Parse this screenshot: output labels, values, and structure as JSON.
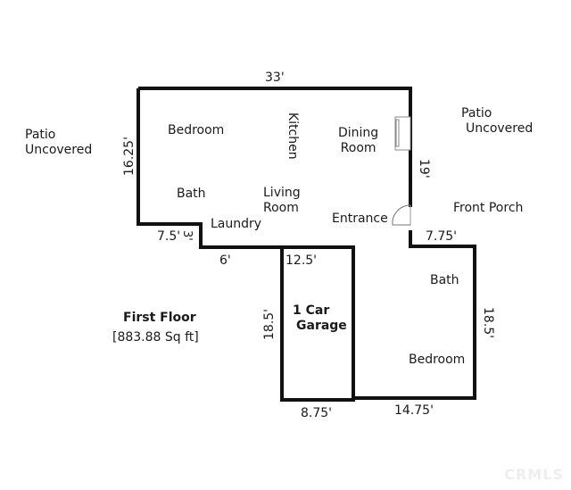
{
  "floor": {
    "title": "First Floor",
    "area": "[883.88 Sq ft]"
  },
  "rooms": {
    "bedroom_main": "Bedroom",
    "kitchen": "Kitchen",
    "dining": [
      "Dining",
      "Room"
    ],
    "bath_main": "Bath",
    "living": [
      "Living",
      "Room"
    ],
    "laundry": "Laundry",
    "entrance": "Entrance",
    "garage": [
      "1 Car",
      "Garage"
    ],
    "bath_wing": "Bath",
    "bedroom_wing": "Bedroom"
  },
  "outdoor": {
    "patio_left": [
      "Patio",
      "Uncovered"
    ],
    "patio_right": [
      "Patio",
      "Uncovered"
    ],
    "front_porch": "Front Porch"
  },
  "dimensions": {
    "top": "33'",
    "left": "16.25'",
    "right_main": "19'",
    "step_left": "7.5'",
    "step_small": "3'",
    "laundry_bottom": "6'",
    "garage_top": "12.5'",
    "garage_left": "18.5'",
    "garage_bottom": "8.75'",
    "porch_step": "7.75'",
    "wing_right": "18.5'",
    "wing_bottom": "14.75'"
  },
  "watermark": "CRMLS"
}
